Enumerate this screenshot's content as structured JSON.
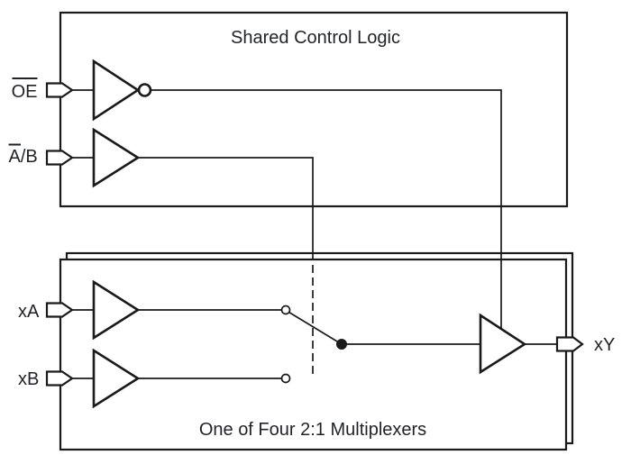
{
  "diagram": {
    "type": "logic-block-diagram",
    "background_color": "#ffffff",
    "line_color": "#1a1a1a",
    "text_color": "#1f2329",
    "blocks": {
      "control": {
        "title": "Shared Control Logic"
      },
      "mux": {
        "title": "One of Four 2:1 Multiplexers",
        "stacked_sheets": 2
      }
    },
    "pins": {
      "oe": {
        "label": "OE",
        "overline": "full",
        "direction": "input",
        "gate": "inverter"
      },
      "ab": {
        "label": "A/B",
        "overline": "A-only",
        "direction": "input",
        "gate": "buffer"
      },
      "xa": {
        "label": "xA",
        "direction": "input",
        "gate": "buffer"
      },
      "xb": {
        "label": "xB",
        "direction": "input",
        "gate": "buffer"
      },
      "xy": {
        "label": "xY",
        "direction": "output",
        "gate": "buffer"
      }
    },
    "switch": {
      "type": "2-to-1 selector",
      "position": "xA",
      "select_line": "A/B (dashed)"
    }
  }
}
